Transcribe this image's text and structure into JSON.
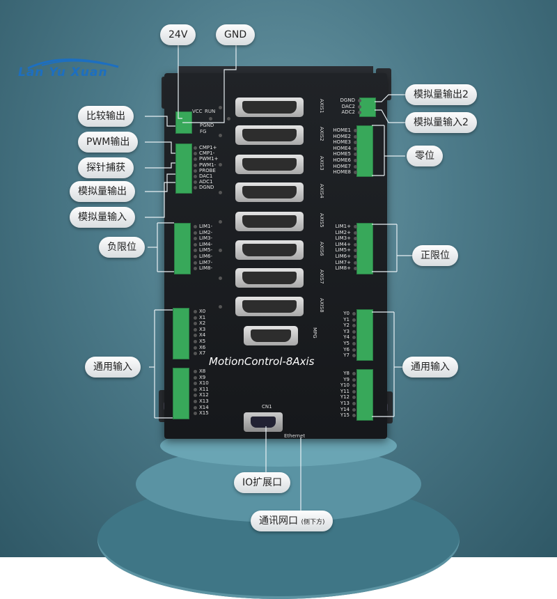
{
  "logo": {
    "text": "Lan Yu Xuan",
    "color": "#1d6fc0"
  },
  "board": {
    "title": "MotionControl-8Axis",
    "power_pins": [
      "VCC",
      "RUN",
      "PGND",
      "FG"
    ],
    "axis_labels": [
      "AXIS1",
      "AXIS2",
      "AXIS3",
      "AXIS4",
      "AXIS5",
      "AXIS6",
      "AXIS7",
      "AXIS8",
      "MPG"
    ],
    "left_top_pins": [
      "CMP1+",
      "CMP1-",
      "PWM1+",
      "PWM1-",
      "PROBE",
      "DAC1",
      "ADC1",
      "DGND"
    ],
    "right_top_pins": [
      "DGND",
      "DAC2",
      "ADC2"
    ],
    "home_pins": [
      "HOME1",
      "HOME2",
      "HOME3",
      "HOME4",
      "HOME5",
      "HOME6",
      "HOME7",
      "HOME8"
    ],
    "neg_limit_pins": [
      "LIM1-",
      "LIM2-",
      "LIM3-",
      "LIM4-",
      "LIM5-",
      "LIM6-",
      "LIM7-",
      "LIM8-"
    ],
    "pos_limit_pins": [
      "LIM1+",
      "LIM2+",
      "LIM3+",
      "LIM4+",
      "LIM5+",
      "LIM6+",
      "LIM7+",
      "LIM8+"
    ],
    "x_inputs_a": [
      "X0",
      "X1",
      "X2",
      "X3",
      "X4",
      "X5",
      "X6",
      "X7"
    ],
    "x_inputs_b": [
      "X8",
      "X9",
      "X10",
      "X11",
      "X12",
      "X13",
      "X14",
      "X15"
    ],
    "y_inputs_a": [
      "Y0",
      "Y1",
      "Y2",
      "Y3",
      "Y4",
      "Y5",
      "Y6",
      "Y7"
    ],
    "y_inputs_b": [
      "Y8",
      "Y9",
      "Y10",
      "Y11",
      "Y12",
      "Y13",
      "Y14",
      "Y15"
    ],
    "cn1_label": "CN1",
    "ethernet_label": "Ethernet"
  },
  "callouts": {
    "v24": "24V",
    "gnd": "GND",
    "compare_out": "比较输出",
    "pwm_out": "PWM输出",
    "probe_capture": "探针捕获",
    "analog_out": "模拟量输出",
    "analog_in": "模拟量输入",
    "analog_out2": "模拟量输出2",
    "analog_in2": "模拟量输入2",
    "home": "零位",
    "neg_limit": "负限位",
    "pos_limit": "正限位",
    "gen_input_left": "通用输入",
    "gen_input_right": "通用输入",
    "io_expansion": "IO扩展口",
    "comm_port": "通讯网口",
    "comm_port_note": "(侧下方)"
  }
}
